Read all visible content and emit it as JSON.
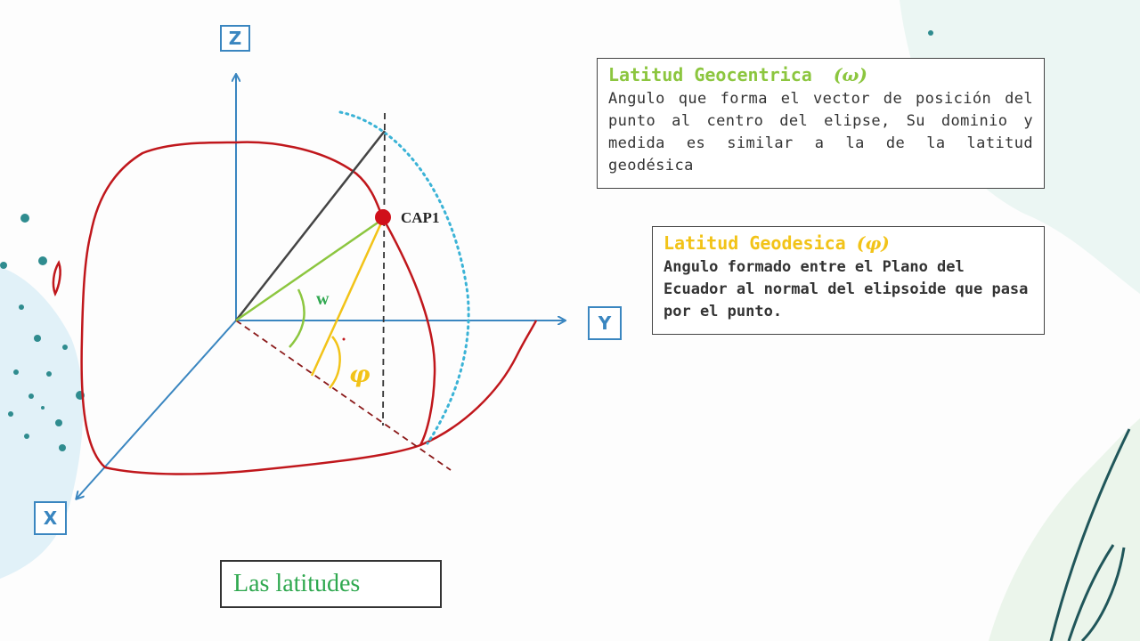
{
  "axes": {
    "z": "Z",
    "y": "Y",
    "x": "X"
  },
  "point_label": "CAP1",
  "angle_w_label": "w",
  "angle_phi_label": "φ",
  "geocentric": {
    "title": "Latitud Geocentrica",
    "symbol": "(ω)",
    "text": "Angulo que forma el vector de posición del punto al centro del elipse, Su dominio y medida es similar a la de la latitud geodésica"
  },
  "geodesic": {
    "title": "Latitud Geodesica",
    "symbol": "(φ)",
    "text": "Angulo formado entre el Plano del Ecuador al normal del elipsoide que pasa por el punto."
  },
  "caption": "Las latitudes",
  "colors": {
    "axis": "#3a86c0",
    "ellipsoid": "#c0171c",
    "geocentric": "#8cc63f",
    "geodesic": "#f2c318",
    "meridian_arc": "#3bb3d6",
    "radius": "#444444"
  }
}
